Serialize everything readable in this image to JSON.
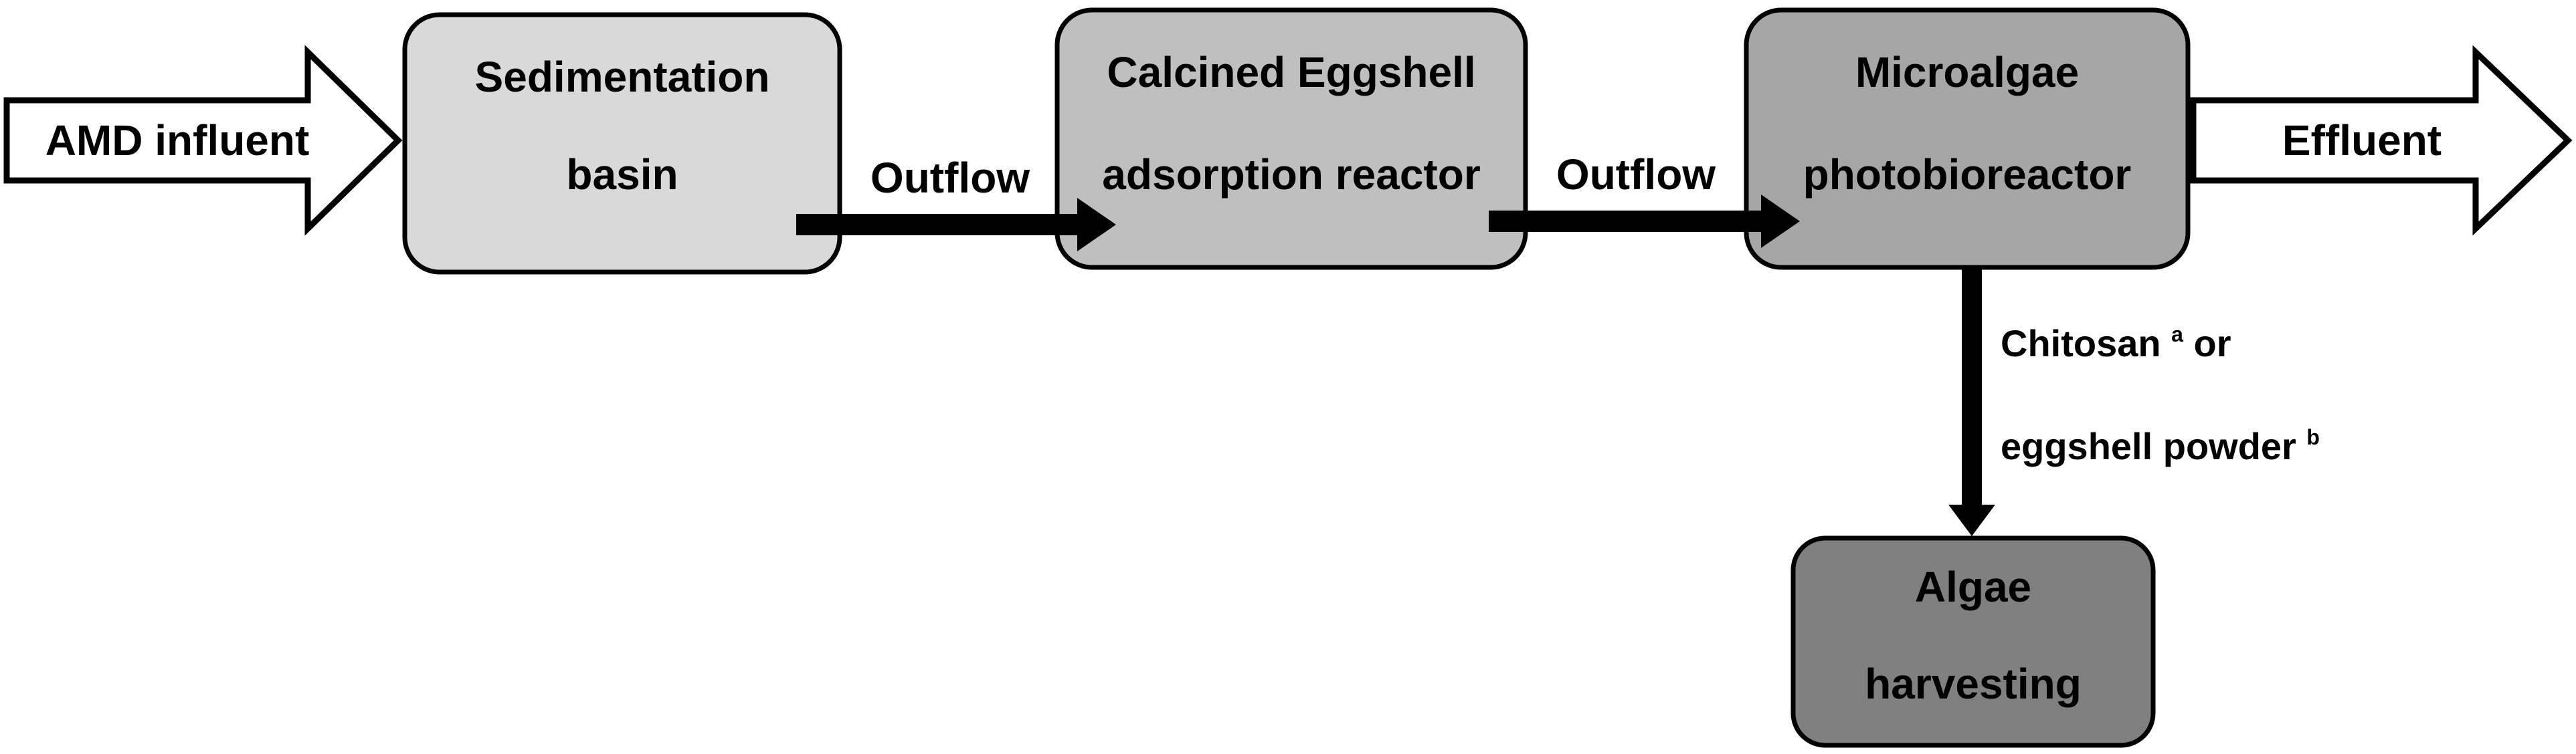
{
  "boxes": {
    "sedimentation": {
      "line1": "Sedimentation",
      "line2": "basin",
      "fill": "#d9d9d9"
    },
    "adsorption": {
      "line1": "Calcined Eggshell",
      "line2": "adsorption reactor",
      "fill": "#bfbfbf"
    },
    "photobioreactor": {
      "line1": "Microalgae",
      "line2": "photobioreactor",
      "fill": "#a6a6a6"
    },
    "harvesting": {
      "line1": "Algae",
      "line2": "harvesting",
      "fill": "#808080"
    }
  },
  "arrows": {
    "influent": "AMD influent",
    "outflow_1": "Outflow",
    "outflow_2": "Outflow",
    "effluent": "Effluent"
  },
  "flocculant": {
    "line1_text": "Chitosan ",
    "line1_sup": "a",
    "line1_tail": " or",
    "line2_text": "eggshell powder ",
    "line2_sup": "b"
  }
}
